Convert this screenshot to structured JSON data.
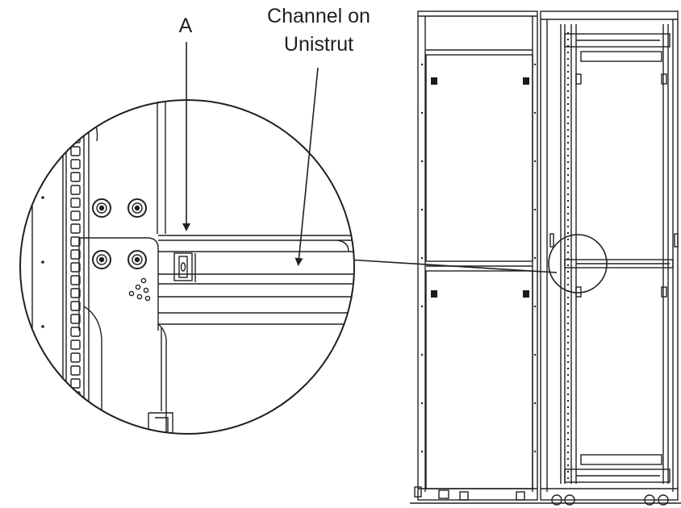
{
  "labels": {
    "a": "A",
    "channel_line1": "Channel on",
    "channel_line2": "Unistrut"
  },
  "colors": {
    "line": "#231f20",
    "fill": "#ffffff",
    "dark": "#1a1a1a"
  }
}
